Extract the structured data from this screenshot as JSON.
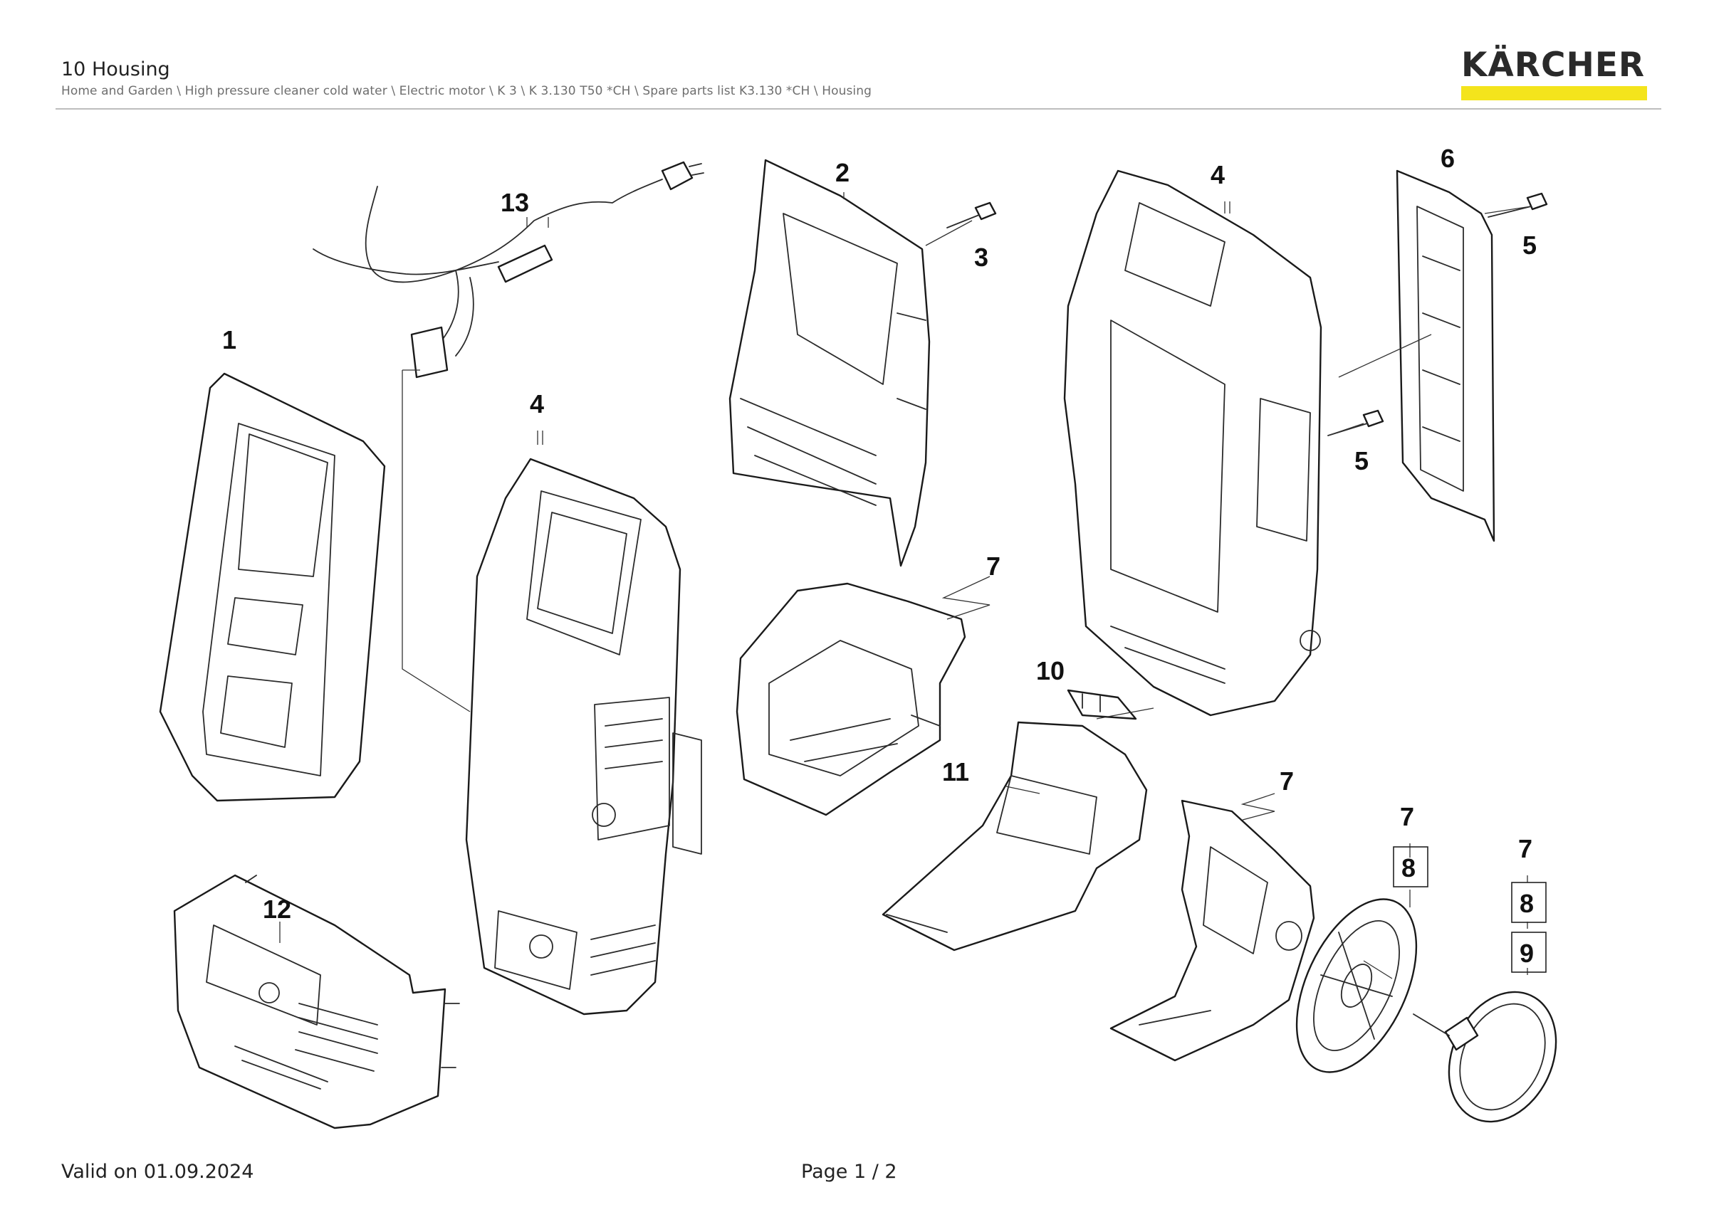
{
  "header": {
    "title": "10 Housing",
    "breadcrumb": "Home and Garden \\ High pressure cleaner cold water \\ Electric motor \\ K 3 \\ K 3.130 T50 *CH \\ Spare parts list K3.130 *CH \\ Housing",
    "logo_text": "KÄRCHER",
    "brand_color": "#f4e41c"
  },
  "diagram": {
    "labels": {
      "p1": "1",
      "p2": "2",
      "p3": "3",
      "p4a": "4",
      "p4b": "4",
      "p5a": "5",
      "p5b": "5",
      "p6": "6",
      "p7a": "7",
      "p7b": "7",
      "p7c": "7",
      "p7d": "7",
      "p8a": "8",
      "p8b": "8",
      "p9": "9",
      "p10": "10",
      "p11": "11",
      "p12": "12",
      "p13": "13"
    }
  },
  "footer": {
    "valid": "Valid on 01.09.2024",
    "page": "Page 1 / 2"
  }
}
